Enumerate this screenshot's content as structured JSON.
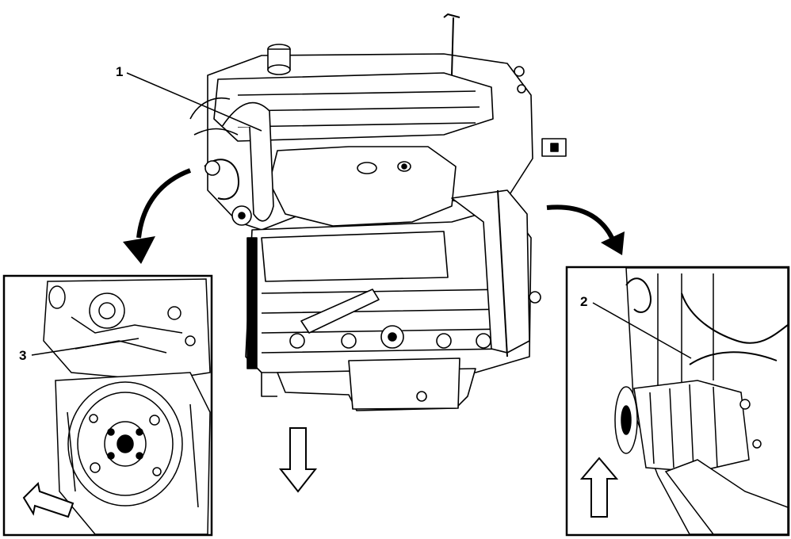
{
  "diagram": {
    "callouts": [
      {
        "id": "1",
        "label": "1"
      },
      {
        "id": "2",
        "label": "2"
      },
      {
        "id": "3",
        "label": "3"
      }
    ]
  },
  "colors": {
    "line": "#000000",
    "background": "#ffffff",
    "shade": "#e6e6e6"
  },
  "icons": [
    "curved-arrow-left-icon",
    "curved-arrow-right-icon",
    "down-arrow-icon",
    "up-arrow-icon",
    "left-arrow-icon"
  ]
}
